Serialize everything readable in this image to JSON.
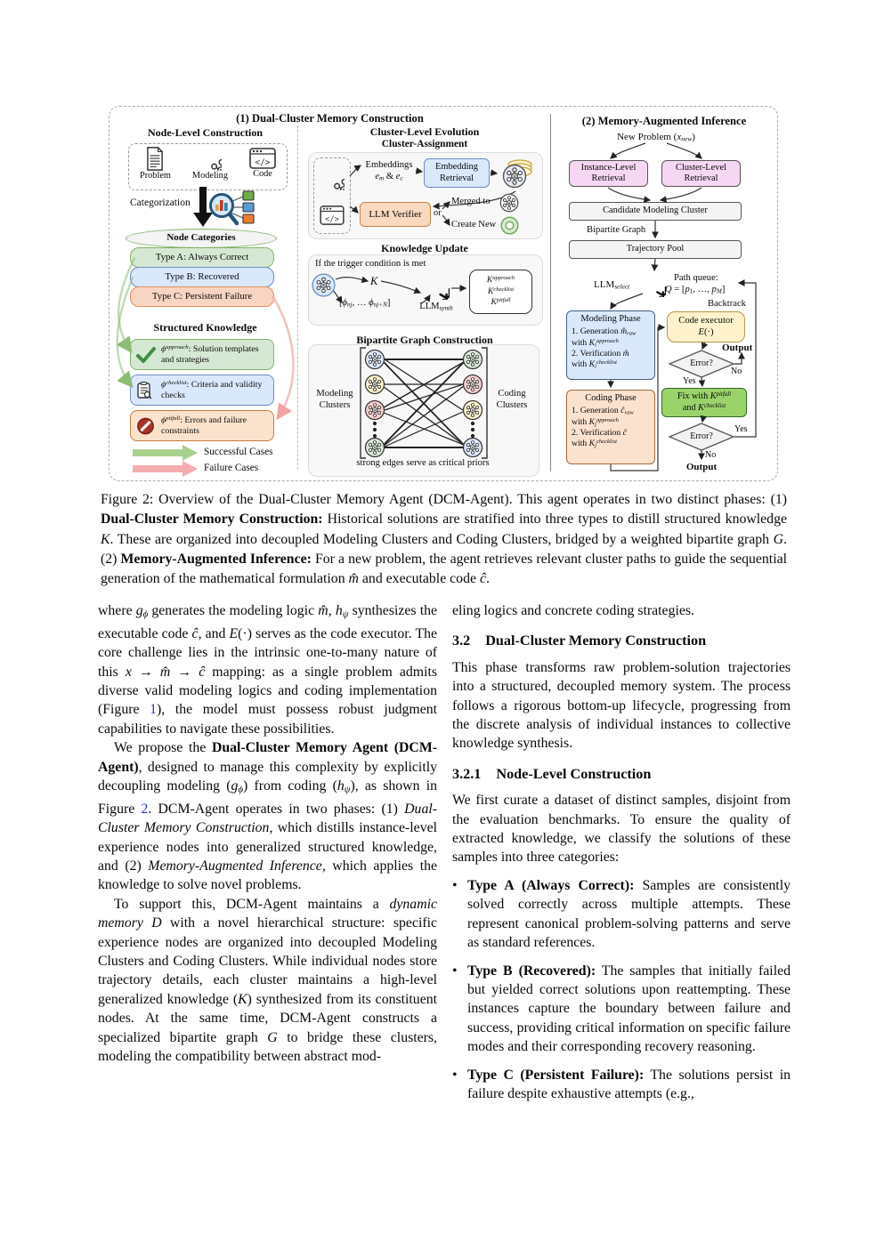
{
  "colors": {
    "green_fill": "#d5e8d4",
    "green_stroke": "#82b366",
    "blue_fill": "#dae8fc",
    "blue_stroke": "#6c8ebf",
    "orange_fill": "#fbe2cc",
    "orange_stroke": "#cc7a3d",
    "salmon_fill": "#f8d5c2",
    "salmon_stroke": "#e08f5f",
    "yellow_fill": "#fff2cc",
    "yellow_stroke": "#d6b656",
    "magenta_fill": "#f6d7f3",
    "gray_fill": "#f5f5f5",
    "fix_green_fill": "#9ad36a",
    "link_blue": "#2733c8"
  },
  "figure": {
    "construction_title": "(1) Dual-Cluster Memory Construction",
    "inference_title": "(2) Memory-Augmented Inference",
    "node_level": {
      "title": "Node-Level Construction",
      "problem_label": "Problem",
      "modeling_label": "Modeling",
      "code_label": "Code",
      "code_glyph": "</>",
      "categorization_label": "Categorization",
      "categories_header": "Node Categories",
      "type_a": "Type A: Always Correct",
      "type_b": "Type B: Recovered",
      "type_c": "Type C: Persistent Failure",
      "structured_title": "Structured Knowledge",
      "approach_seg": [
        {
          "t": "ϕ",
          "s": "i"
        },
        {
          "t": "approach",
          "s": "isup"
        },
        {
          "t": ": Solution templates and strategies"
        }
      ],
      "checklist_seg": [
        {
          "t": "ϕ",
          "s": "i"
        },
        {
          "t": "checklist",
          "s": "isup"
        },
        {
          "t": ": Criteria and validity checks"
        }
      ],
      "pitfall_seg": [
        {
          "t": "ϕ",
          "s": "i"
        },
        {
          "t": "pitfall",
          "s": "isup"
        },
        {
          "t": ": Errors and failure constraints"
        }
      ],
      "legend_success": "Successful Cases",
      "legend_failure": "Failure Cases"
    },
    "cluster_level": {
      "title": "Cluster-Level Evolution",
      "assignment_title": "Cluster-Assignment",
      "embeddings_label": "Embeddings",
      "embeddings_sub_seg": [
        {
          "t": "e",
          "s": "i"
        },
        {
          "t": "m",
          "s": "isub"
        },
        {
          "t": " & "
        },
        {
          "t": "e",
          "s": "i"
        },
        {
          "t": "c",
          "s": "isub"
        }
      ],
      "embedding_retrieval": "Embedding Retrieval",
      "llm_verifier": "LLM Verifier",
      "or_label": "or",
      "merged_to": "Merged to",
      "create_new": "Create New",
      "update_title": "Knowledge Update",
      "trigger_text": "If the trigger condition is met",
      "k_seg": [
        {
          "t": "K",
          "s": "scr"
        }
      ],
      "phi_seq_seg": [
        {
          "t": "["
        },
        {
          "t": "ϕ",
          "s": "i"
        },
        {
          "t": "nj",
          "s": "isub"
        },
        {
          "t": ", … "
        },
        {
          "t": "ϕ",
          "s": "i"
        },
        {
          "t": "nj+N",
          "s": "isub"
        },
        {
          "t": "]"
        }
      ],
      "llm_synth_seg": [
        {
          "t": "LLM"
        },
        {
          "t": "synth",
          "s": "isub"
        }
      ],
      "k_approach_seg": [
        {
          "t": "K",
          "s": "scr"
        },
        {
          "t": "approach",
          "s": "isup"
        }
      ],
      "k_checklist_seg": [
        {
          "t": "K",
          "s": "scr"
        },
        {
          "t": "checklist",
          "s": "isup"
        }
      ],
      "k_pitfall_seg": [
        {
          "t": "K",
          "s": "scr"
        },
        {
          "t": "pitfall",
          "s": "isup"
        }
      ],
      "bipartite_title": "Bipartite Graph Construction",
      "modeling_clusters": "Modeling Clusters",
      "coding_clusters": "Coding Clusters",
      "strong_edges_note": "strong edges serve as critical priors"
    },
    "inference": {
      "new_problem_seg": [
        {
          "t": "New Problem ("
        },
        {
          "t": "x",
          "s": "i"
        },
        {
          "t": "new",
          "s": "isub"
        },
        {
          "t": ")"
        }
      ],
      "instance_retrieval": "Instance-Level Retrieval",
      "cluster_retrieval": "Cluster-Level Retrieval",
      "candidate_cluster": "Candidate Modeling Cluster",
      "bipartite_graph": "Bipartite Graph",
      "trajectory_pool": "Trajectory Pool",
      "llm_select_seg": [
        {
          "t": "LLM"
        },
        {
          "t": "select",
          "s": "isub"
        }
      ],
      "path_queue": "Path queue:",
      "queue_seg": [
        {
          "t": "Q",
          "s": "i"
        },
        {
          "t": " = ["
        },
        {
          "t": "p",
          "s": "i"
        },
        {
          "t": "1",
          "s": "sub"
        },
        {
          "t": ", …, "
        },
        {
          "t": "p",
          "s": "i"
        },
        {
          "t": "M",
          "s": "isub"
        },
        {
          "t": "]"
        }
      ],
      "backtrack": "Backtrack",
      "modeling_phase_title": "Modeling Phase",
      "modeling_l1_seg": [
        {
          "t": "1. Generation "
        },
        {
          "t": "m̂",
          "s": "i"
        },
        {
          "t": "raw",
          "s": "isub"
        }
      ],
      "modeling_l2_seg": [
        {
          "t": "with "
        },
        {
          "t": "K",
          "s": "scr"
        },
        {
          "t": "i",
          "s": "isub"
        },
        {
          "t": "approach",
          "s": "isup"
        }
      ],
      "modeling_l3_seg": [
        {
          "t": "2. Verification "
        },
        {
          "t": "m̂",
          "s": "i"
        }
      ],
      "modeling_l4_seg": [
        {
          "t": "with "
        },
        {
          "t": "K",
          "s": "scr"
        },
        {
          "t": "i",
          "s": "isub"
        },
        {
          "t": "checklist",
          "s": "isup"
        }
      ],
      "code_executor": "Code executor",
      "executor_sym_seg": [
        {
          "t": "E",
          "s": "scr"
        },
        {
          "t": "(·)"
        }
      ],
      "output": "Output",
      "error": "Error?",
      "yes": "Yes",
      "no": "No",
      "fix_l1_seg": [
        {
          "t": "Fix with "
        },
        {
          "t": "K",
          "s": "scr"
        },
        {
          "t": "pitfall",
          "s": "isup"
        }
      ],
      "fix_l2_seg": [
        {
          "t": "and "
        },
        {
          "t": "K",
          "s": "scr"
        },
        {
          "t": "checklist",
          "s": "isup"
        }
      ],
      "coding_phase_title": "Coding Phase",
      "coding_l1_seg": [
        {
          "t": "1. Generation "
        },
        {
          "t": "ĉ",
          "s": "i"
        },
        {
          "t": "raw",
          "s": "isub"
        }
      ],
      "coding_l2_seg": [
        {
          "t": "with "
        },
        {
          "t": "K",
          "s": "scr"
        },
        {
          "t": "j",
          "s": "isub"
        },
        {
          "t": "approach",
          "s": "isup"
        }
      ],
      "coding_l3_seg": [
        {
          "t": "2. Verification "
        },
        {
          "t": "ĉ",
          "s": "i"
        }
      ],
      "coding_l4_seg": [
        {
          "t": "with "
        },
        {
          "t": "K",
          "s": "scr"
        },
        {
          "t": "j",
          "s": "isub"
        },
        {
          "t": "checklist",
          "s": "isup"
        }
      ]
    }
  },
  "caption": {
    "segments": [
      {
        "t": "Figure 2: Overview of the Dual-Cluster Memory Agent (DCM-Agent). This agent operates in two distinct phases: (1) "
      },
      {
        "t": "Dual-Cluster Memory Construction:",
        "s": "b"
      },
      {
        "t": " Historical solutions are stratified into three types to distill structured knowledge "
      },
      {
        "t": "K",
        "s": "scr"
      },
      {
        "t": ". These are organized into decoupled Modeling Clusters and Coding Clusters, bridged by a weighted bipartite graph "
      },
      {
        "t": "G",
        "s": "scr"
      },
      {
        "t": ". (2) "
      },
      {
        "t": "Memory-Augmented Inference:",
        "s": "b"
      },
      {
        "t": " For a new problem, the agent retrieves relevant cluster paths to guide the sequential generation of the mathematical formulation "
      },
      {
        "t": "m̂",
        "s": "i"
      },
      {
        "t": " and executable code "
      },
      {
        "t": "ĉ",
        "s": "i"
      },
      {
        "t": "."
      }
    ]
  },
  "body": {
    "left": {
      "p1_seg": [
        {
          "t": "where "
        },
        {
          "t": "g",
          "s": "i"
        },
        {
          "t": "ϕ",
          "s": "isub"
        },
        {
          "t": " generates the modeling logic "
        },
        {
          "t": "m̂",
          "s": "i"
        },
        {
          "t": ", "
        },
        {
          "t": "h",
          "s": "i"
        },
        {
          "t": "ψ",
          "s": "isub"
        },
        {
          "t": " synthesizes the executable code "
        },
        {
          "t": "ĉ",
          "s": "i"
        },
        {
          "t": ", and "
        },
        {
          "t": "E",
          "s": "scr"
        },
        {
          "t": "(·)"
        },
        {
          "t": " serves as the code executor. The core challenge lies in the intrinsic one-to-many nature of this "
        },
        {
          "t": "x",
          "s": "i"
        },
        {
          "t": " → "
        },
        {
          "t": "m̂",
          "s": "i"
        },
        {
          "t": " → "
        },
        {
          "t": "ĉ",
          "s": "i"
        },
        {
          "t": " mapping: as a single problem admits diverse valid modeling logics and coding implementation (Figure "
        },
        {
          "t": "1",
          "s": "link"
        },
        {
          "t": "), the model must possess robust judgment capabilities to navigate these possibilities."
        }
      ],
      "p2_seg": [
        {
          "t": "We propose the "
        },
        {
          "t": "Dual-Cluster Memory Agent (DCM-Agent)",
          "s": "b"
        },
        {
          "t": ", designed to manage this complexity by explicitly decoupling modeling ("
        },
        {
          "t": "g",
          "s": "i"
        },
        {
          "t": "ϕ",
          "s": "isub"
        },
        {
          "t": ") from coding ("
        },
        {
          "t": "h",
          "s": "i"
        },
        {
          "t": "ψ",
          "s": "isub"
        },
        {
          "t": "), as shown in Figure "
        },
        {
          "t": "2",
          "s": "link"
        },
        {
          "t": ". DCM-Agent operates in two phases: (1) "
        },
        {
          "t": "Dual-Cluster Memory Construction",
          "s": "i"
        },
        {
          "t": ", which distills instance-level experience nodes into generalized structured knowledge, and (2) "
        },
        {
          "t": "Memory-Augmented Inference",
          "s": "i"
        },
        {
          "t": ", which applies the knowledge to solve novel problems."
        }
      ],
      "p3_seg": [
        {
          "t": "To support this, DCM-Agent maintains a "
        },
        {
          "t": "dynamic memory ",
          "s": "i"
        },
        {
          "t": "D",
          "s": "scr"
        },
        {
          "t": " with a novel hierarchical structure: specific experience nodes are organized into decoupled Modeling Clusters and Coding Clusters. While individual nodes store trajectory details, each cluster maintains a high-level generalized knowledge ("
        },
        {
          "t": "K",
          "s": "scr"
        },
        {
          "t": ") synthesized from its constituent nodes. At the same time, DCM-Agent constructs a specialized bipartite graph "
        },
        {
          "t": "G",
          "s": "scr"
        },
        {
          "t": " to bridge these clusters, modeling the compatibility between abstract mod-"
        }
      ]
    },
    "right": {
      "p1": "eling logics and concrete coding strategies.",
      "h1_num": "3.2",
      "h1_title": "Dual-Cluster Memory Construction",
      "p2": "This phase transforms raw problem-solution trajectories into a structured, decoupled memory system. The process follows a rigorous bottom-up lifecycle, progressing from the discrete analysis of individual instances to collective knowledge synthesis.",
      "h2_num": "3.2.1",
      "h2_title": "Node-Level Construction",
      "p3": "We first curate a dataset of distinct samples, disjoint from the evaluation benchmarks. To ensure the quality of extracted knowledge, we classify the solutions of these samples into three categories:",
      "bullet_marker": "•",
      "bullets": [
        {
          "seg": [
            {
              "t": "Type A (Always Correct):",
              "s": "b"
            },
            {
              "t": " Samples are consistently solved correctly across multiple attempts. These represent canonical problem-solving patterns and serve as standard references."
            }
          ]
        },
        {
          "seg": [
            {
              "t": "Type B (Recovered):",
              "s": "b"
            },
            {
              "t": " The samples that initially failed but yielded correct solutions upon reattempting. These instances capture the boundary between failure and success, providing critical information on specific failure modes and their corresponding recovery reasoning."
            }
          ]
        },
        {
          "seg": [
            {
              "t": "Type C (Persistent Failure):",
              "s": "b"
            },
            {
              "t": " The solutions persist in failure despite exhaustive attempts (e.g.,"
            }
          ]
        }
      ]
    }
  }
}
